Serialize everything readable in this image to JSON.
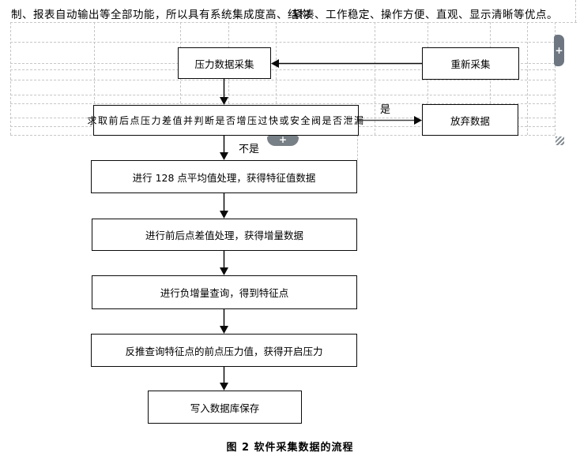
{
  "document": {
    "body_text_left": "制、报表自动输出等全部功能，所以具有系统集成度高、结构",
    "body_text_right": "紧凑、工作稳定、操作方便、直观、显示清晰等优点。",
    "figure_caption": "图 2 软件采集数据的流程"
  },
  "flowchart": {
    "nodes": {
      "collect": "压力数据采集",
      "recollect": "重新采集",
      "judge": "求取前后点压力差值并判断是否增压过快或安全阀是否泄漏",
      "discard": "放弃数据",
      "average": "进行 128 点平均值处理，获得特征值数据",
      "increment": "进行前后点差值处理，获得增量数据",
      "query": "进行负增量查询，得到特征点",
      "backtrack": "反推查询特征点的前点压力值，获得开启压力",
      "save": "写入数据库保存"
    },
    "labels": {
      "yes": "是",
      "no": "不是"
    }
  },
  "editor_controls": {
    "add_row_label": "+",
    "add_column_label": "+"
  },
  "colors": {
    "gridline": "#c6c6c6",
    "box_border": "#0a0a0a",
    "control_gray": "#6e7781"
  }
}
